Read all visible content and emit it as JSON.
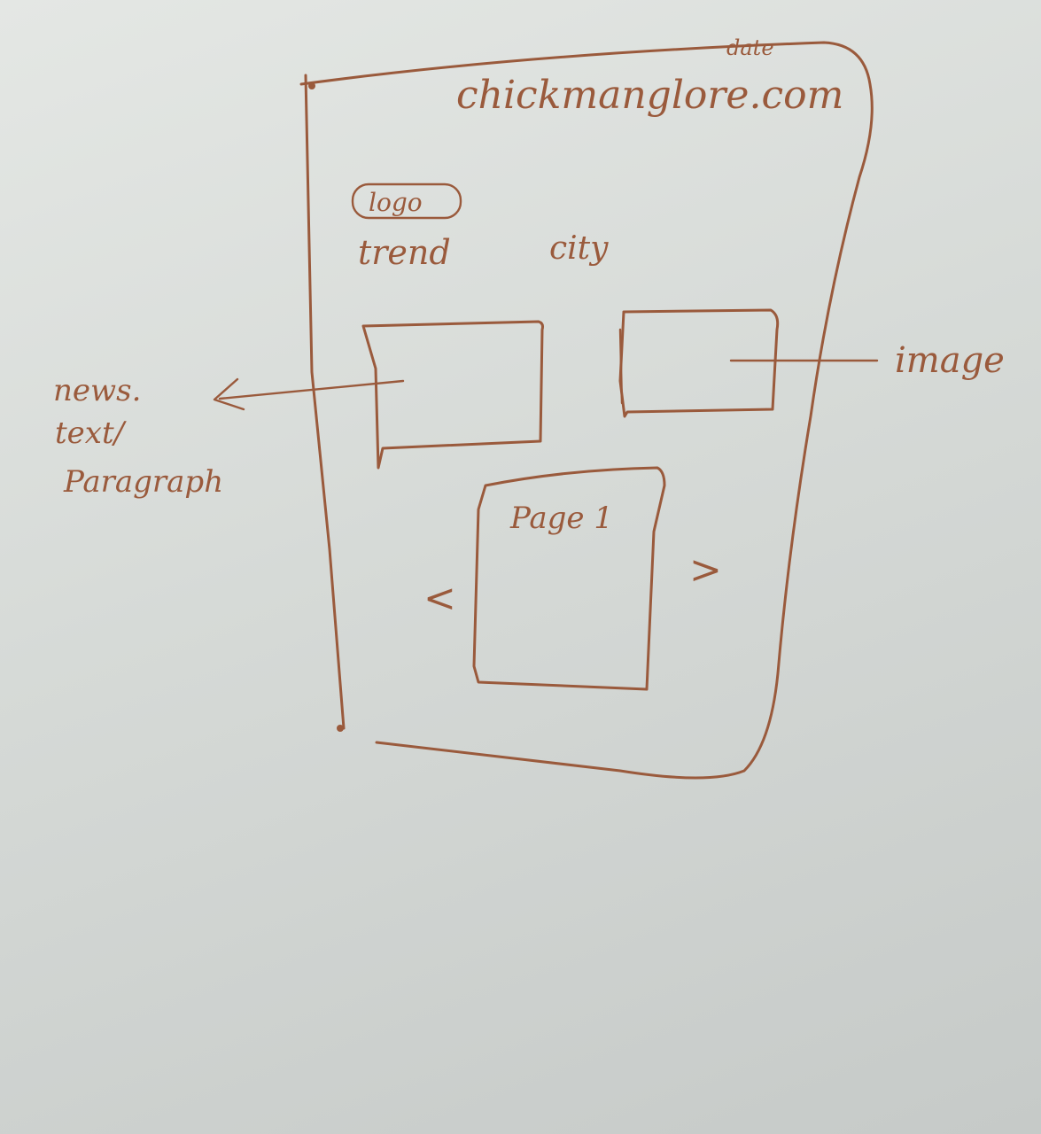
{
  "sketch": {
    "site_name": "chickmanglore.com",
    "date_label": "date",
    "logo_label": "logo",
    "nav": {
      "trend": "trend",
      "city": "city"
    },
    "annotations": {
      "news_line1": "news.",
      "news_line2": "text/",
      "news_line3": "Paragraph",
      "image": "image"
    },
    "pager": {
      "page_label": "Page 1",
      "prev_symbol": "<",
      "next_symbol": ">"
    },
    "ink_color": "#9a5a3c",
    "paper_color": "#d6dad7"
  }
}
